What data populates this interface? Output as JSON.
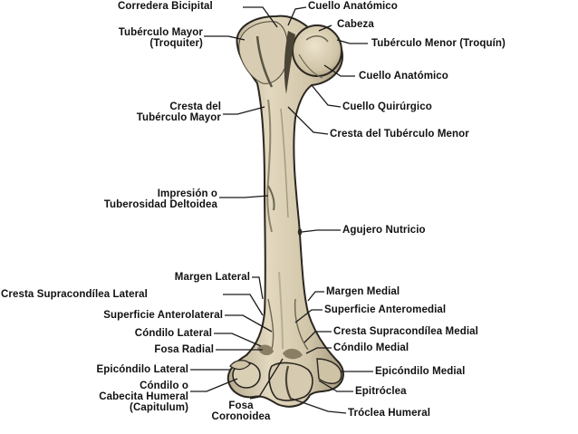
{
  "labels": {
    "corredera_bicipital": "Corredera Bicipital",
    "cuello_anatomico_top": "Cuello Anatómico",
    "cabeza": "Cabeza",
    "tuberculo_mayor": [
      "Tubérculo Mayor",
      "(Troquiter)"
    ],
    "tuberculo_menor": "Tubérculo Menor (Troquín)",
    "cuello_anatomico": "Cuello Anatómico",
    "cuello_quirurgico": "Cuello Quirúrgico",
    "cresta_tuberculo_mayor": [
      "Cresta del",
      "Tubérculo Mayor"
    ],
    "cresta_tuberculo_menor": "Cresta del Tubérculo Menor",
    "impresion_deltoidea": [
      "Impresión o",
      "Tuberosidad Deltoidea"
    ],
    "agujero_nutricio": "Agujero Nutricio",
    "margen_lateral": "Margen Lateral",
    "cresta_supracondilea_lateral": "Cresta Supracondílea Lateral",
    "margen_medial": "Margen Medial",
    "superficie_anterolateral": "Superficie Anterolateral",
    "superficie_anteromedial": "Superficie Anteromedial",
    "condilo_lateral": "Cóndilo Lateral",
    "cresta_supracondilea_medial": "Cresta Supracondílea Medial",
    "fosa_radial": "Fosa Radial",
    "condilo_medial": "Cóndilo Medial",
    "epicondilo_lateral": "Epicóndilo Lateral",
    "epicondilo_medial": "Epicóndilo Medial",
    "condilo_cabecita": [
      "Cóndilo o",
      "Cabecita Humeral",
      "(Capitulum)"
    ],
    "fosa_coronoidea": [
      "Fosa",
      "Coronoidea"
    ],
    "epitroclea": "Epitróclea",
    "troclea_humeral": "Tróclea Humeral"
  },
  "colors": {
    "bone_fill": "#d6cbb0",
    "bone_shade": "#9a8f76",
    "bone_outline": "#2a2620",
    "leader_line": "#1a1a1a",
    "text": "#111111"
  }
}
